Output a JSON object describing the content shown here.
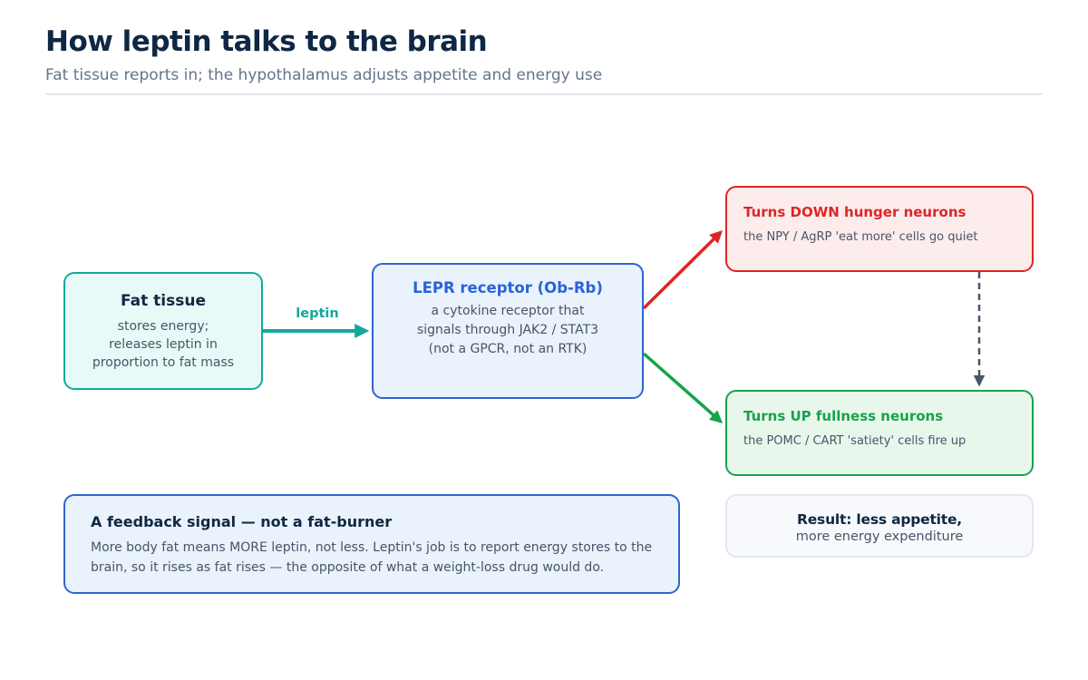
{
  "header": {
    "title": "How leptin talks to the brain",
    "subtitle": "Fat tissue reports in; the hypothalamus adjusts appetite and energy use"
  },
  "nodes": {
    "fat_tissue": {
      "title": "Fat tissue",
      "lines": [
        "stores energy;",
        "releases leptin in",
        "proportion to fat mass"
      ]
    },
    "lepr": {
      "title": "LEPR receptor (Ob-Rb)",
      "lines": [
        "a cytokine receptor that",
        "signals through JAK2 / STAT3",
        "(not a GPCR, not an RTK)"
      ]
    },
    "hunger": {
      "title": "Turns DOWN hunger neurons",
      "text": "the NPY / AgRP 'eat more' cells go quiet"
    },
    "fullness": {
      "title": "Turns UP fullness neurons",
      "text": "the POMC / CART 'satiety' cells fire up"
    },
    "feedback": {
      "title": "A feedback signal — not a fat-burner",
      "text": "More body fat means MORE leptin, not less. Leptin's job is to report energy stores to the brain, so it rises as fat rises — the opposite of what a weight-loss drug would do."
    },
    "result": {
      "title": "Result: less appetite,",
      "text": "more energy expenditure"
    }
  },
  "edges": {
    "leptin_label": "leptin"
  },
  "colors": {
    "teal": "#14a89c",
    "blue": "#2f64cf",
    "red": "#dc2626",
    "green": "#16a34a",
    "navy": "#0f2744",
    "dash": "#475569"
  }
}
